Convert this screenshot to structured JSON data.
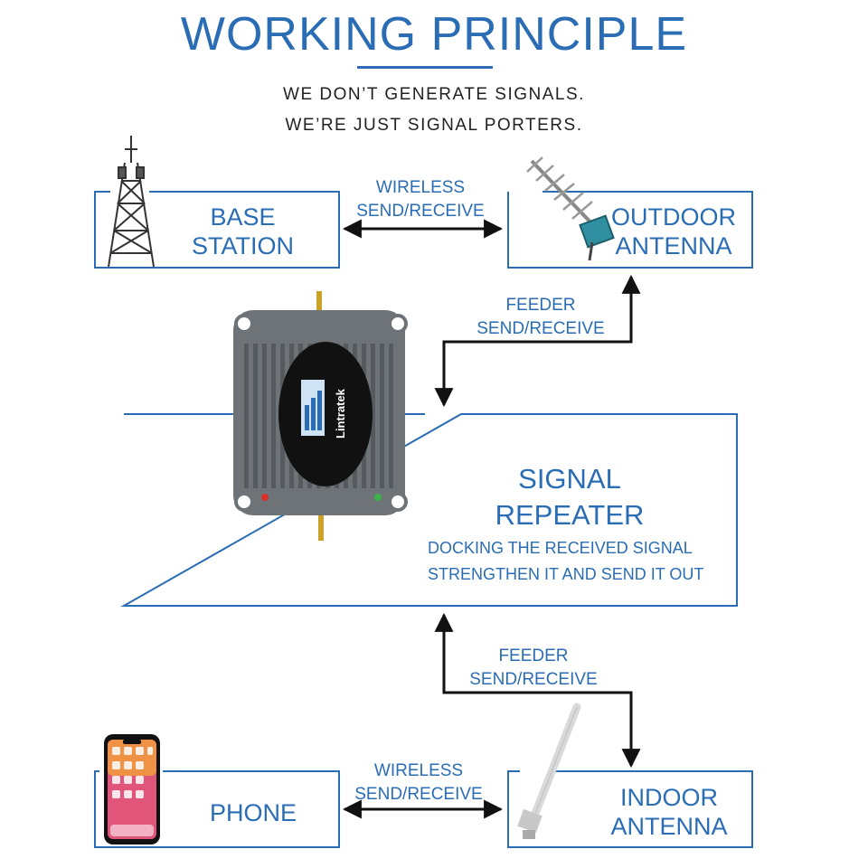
{
  "title": "WORKING PRINCIPLE",
  "tagline": [
    "WE DON’T GENERATE SIGNALS.",
    "WE’RE JUST SIGNAL PORTERS."
  ],
  "nodes": {
    "base_station": [
      "BASE",
      "STATION"
    ],
    "outdoor_antenna": [
      "OUTDOOR",
      "ANTENNA"
    ],
    "repeater": {
      "title": [
        "SIGNAL",
        "REPEATER"
      ],
      "description": [
        "DOCKING THE RECEIVED SIGNAL",
        "STRENGTHEN IT AND SEND IT OUT"
      ]
    },
    "phone": "PHONE",
    "indoor_antenna": [
      "INDOOR",
      "ANTENNA"
    ]
  },
  "edges": {
    "top_wireless": [
      "WIRELESS",
      "SEND/RECEIVE"
    ],
    "upper_feeder": [
      "FEEDER",
      "SEND/RECEIVE"
    ],
    "lower_feeder": [
      "FEEDER",
      "SEND/RECEIVE"
    ],
    "bottom_wireless": [
      "WIRELESS",
      "SEND/RECEIVE"
    ]
  },
  "device_brand": "Lintratek",
  "colors": {
    "accent": "#2a6db5",
    "line": "#111111",
    "device": "#6e7378"
  }
}
